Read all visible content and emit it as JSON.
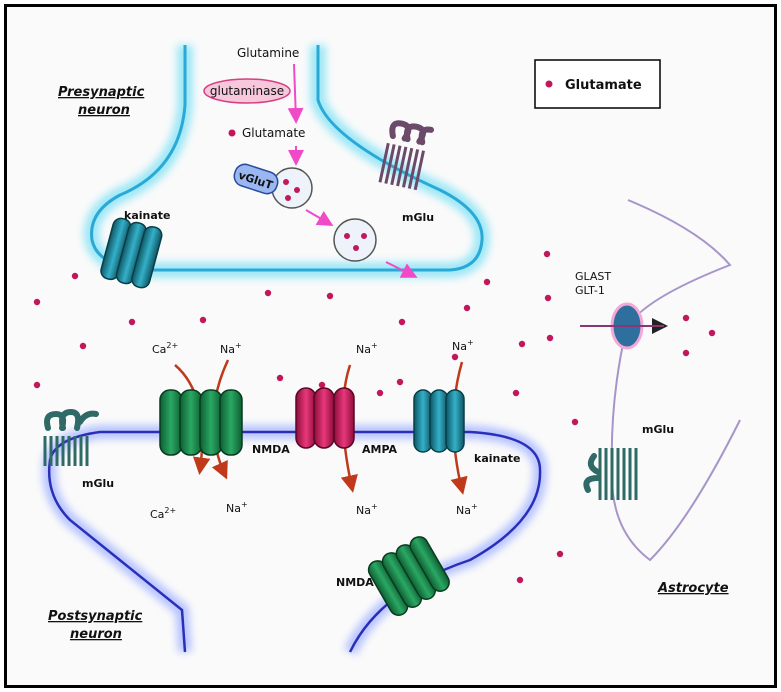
{
  "legend": {
    "label": "Glutamate",
    "dot_color": "#c0185a"
  },
  "labels": {
    "presynaptic_line1": "Presynaptic",
    "presynaptic_line2": "neuron",
    "postsynaptic_line1": "Postsynaptic",
    "postsynaptic_line2": "neuron",
    "astrocyte": "Astrocyte",
    "glutamine": "Glutamine",
    "glutaminase": "glutaminase",
    "glutamate_pre": "Glutamate",
    "vglut": "vGluT",
    "mglu_pre": "mGlu",
    "kainate_pre": "kainate",
    "glast": "GLAST",
    "glt1": "GLT-1",
    "mglu_astro": "mGlu",
    "mglu_post": "mGlu",
    "nmda_post": "NMDA",
    "ampa": "AMPA",
    "kainate_post": "kainate",
    "nmda_lower": "NMDA",
    "ca_top": "Ca",
    "ca_top_sup": "2+",
    "na_nmda_top": "Na",
    "na_ampa_top": "Na",
    "na_kainate_top": "Na",
    "ca_bottom": "Ca",
    "ca_bottom_sup": "2+",
    "na_nmda_bottom": "Na",
    "na_ampa_bottom": "Na",
    "na_kainate_bottom": "Na",
    "plus": "+"
  },
  "colors": {
    "membrane_glow": "#9fe8f7",
    "pre_membrane": "#2aa9d6",
    "post_membrane": "#2b2fb8",
    "nmda": "#1b8a4a",
    "ampa": "#d4145a",
    "kainate": "#1a8aa0",
    "mglu_pre": "#6b4a6a",
    "mglu_post": "#2f6a66",
    "arrow_pink": "#f04ac8",
    "arrow_ion": "#c0391b",
    "transporter": "#2e6f9e"
  }
}
